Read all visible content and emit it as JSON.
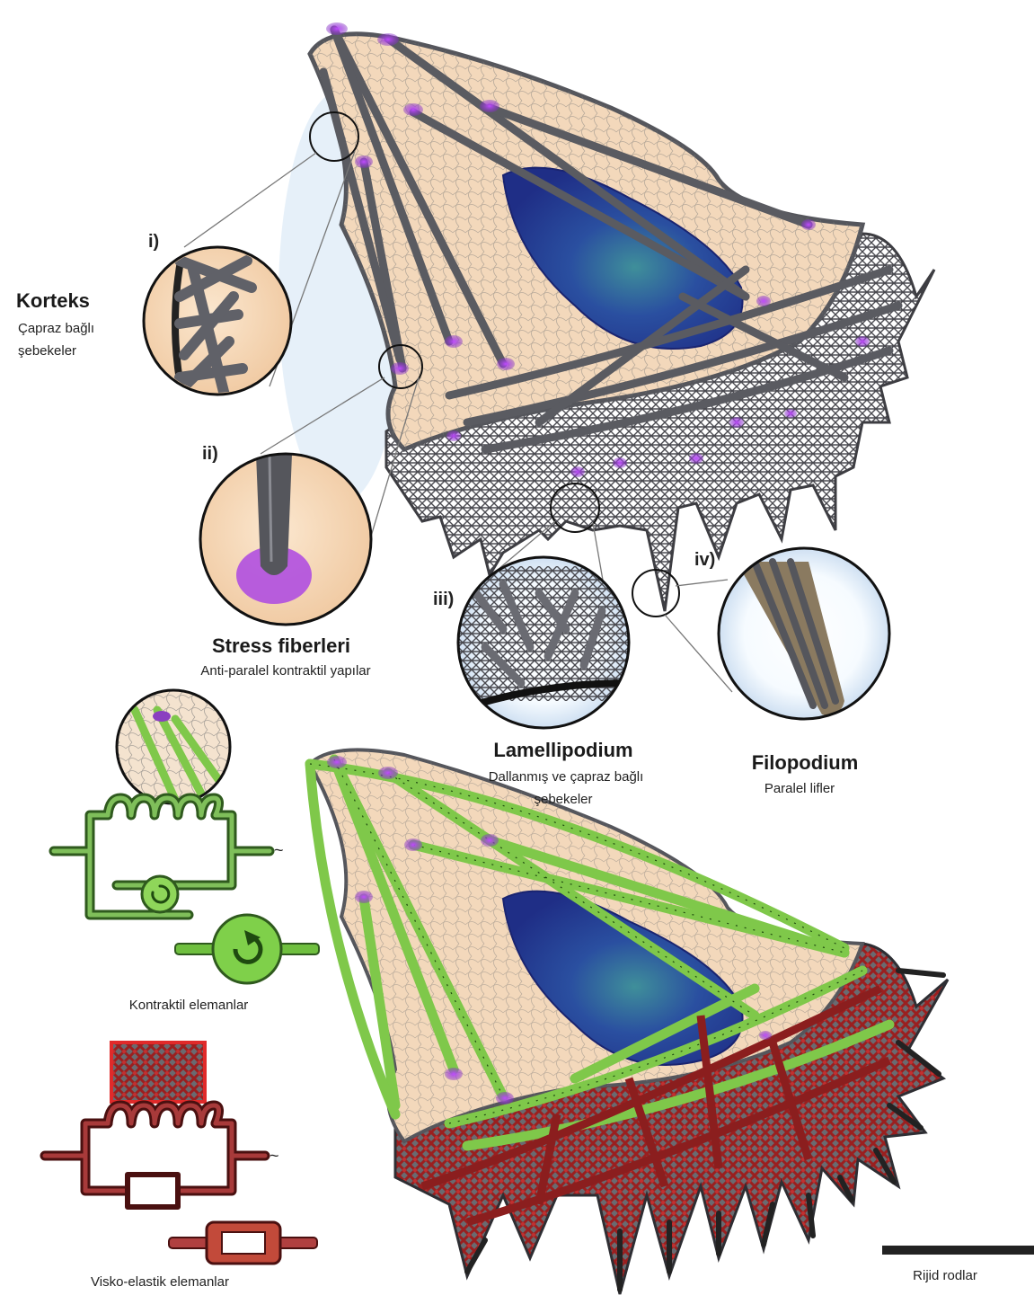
{
  "labels": {
    "korteks": {
      "roman": "i)",
      "title": "Korteks",
      "line1": "Çapraz bağlı",
      "line2": "şebekeler"
    },
    "stress": {
      "roman": "ii)",
      "title": "Stress fiberleri",
      "line1": "Anti-paralel kontraktil yapılar"
    },
    "lamelli": {
      "roman": "iii)",
      "title": "Lamellipodium",
      "line1": "Dallanmış ve çapraz bağlı",
      "line2": "şebekeler"
    },
    "filo": {
      "roman": "iv)",
      "title": "Filopodium",
      "line1": "Paralel lifler"
    }
  },
  "legend": {
    "contractile": "Kontraktil elemanlar",
    "viscoelastic": "Visko-elastik elemanlar",
    "rigid": "Rijid rodlar",
    "tilde": "~"
  },
  "colors": {
    "cytoplasm": "#f4dcc0",
    "nucleus": "#2a3f9a",
    "actin": "#5f6066",
    "adhesion": "#8a3fc0",
    "contractile": "#7fc84a",
    "viscoelastic": "#8b1e1e",
    "rigid": "#222222"
  }
}
